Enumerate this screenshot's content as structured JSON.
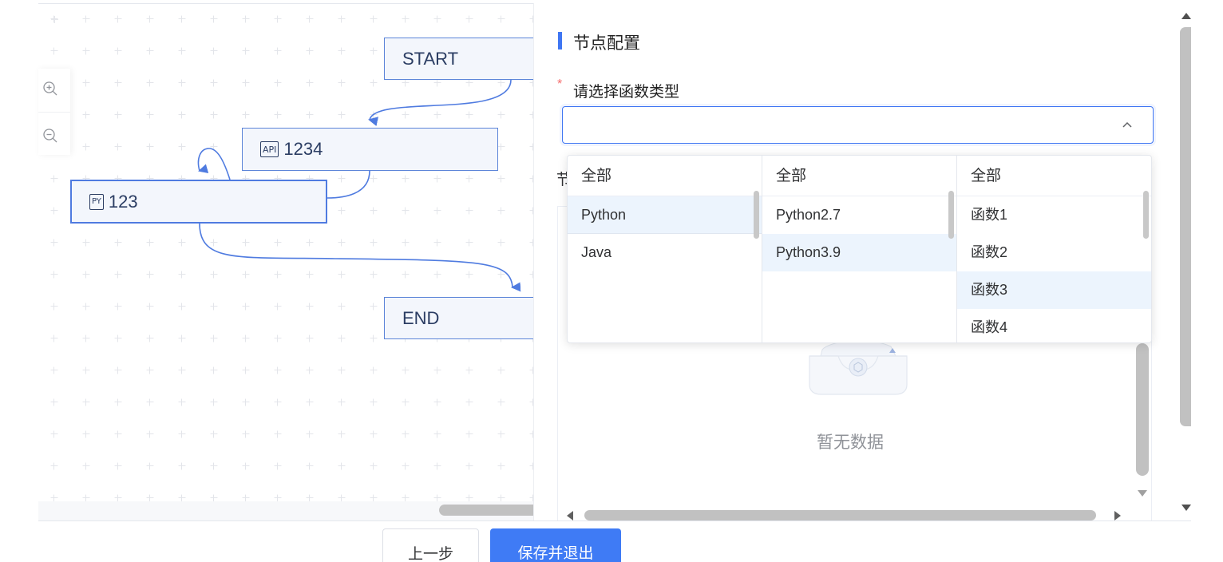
{
  "canvas": {
    "nodes": {
      "start": "START",
      "api": {
        "badge": "API",
        "label": "1234"
      },
      "py": {
        "badge": "PY",
        "label": "123"
      },
      "end": "END"
    }
  },
  "panel": {
    "title": "节点配置",
    "required_mark": "*",
    "field_label": "请选择函数类型",
    "select_value": "",
    "hidden_label_left": "节",
    "empty_text": "暂无数据"
  },
  "cascader": {
    "columns": [
      {
        "header": "全部",
        "items": [
          "Python",
          "Java"
        ],
        "active": "Python"
      },
      {
        "header": "全部",
        "items": [
          "Python2.7",
          "Python3.9"
        ],
        "active": "Python3.9"
      },
      {
        "header": "全部",
        "items": [
          "函数1",
          "函数2",
          "函数3",
          "函数4"
        ],
        "active": "函数3"
      }
    ]
  },
  "footer": {
    "prev_label": "上一步",
    "save_label": "保存并退出"
  },
  "colors": {
    "accent": "#3f76f3",
    "node_border": "#5b84d8",
    "edge": "#4f7be0",
    "required": "#f56c6c",
    "active_item_bg": "#ecf4fd"
  },
  "icons": [
    "zoom-in-icon",
    "zoom-out-icon",
    "chevron-up-icon",
    "empty-box-icon",
    "arrow-left-icon",
    "arrow-right-icon",
    "arrow-down-icon",
    "arrow-up-icon"
  ]
}
